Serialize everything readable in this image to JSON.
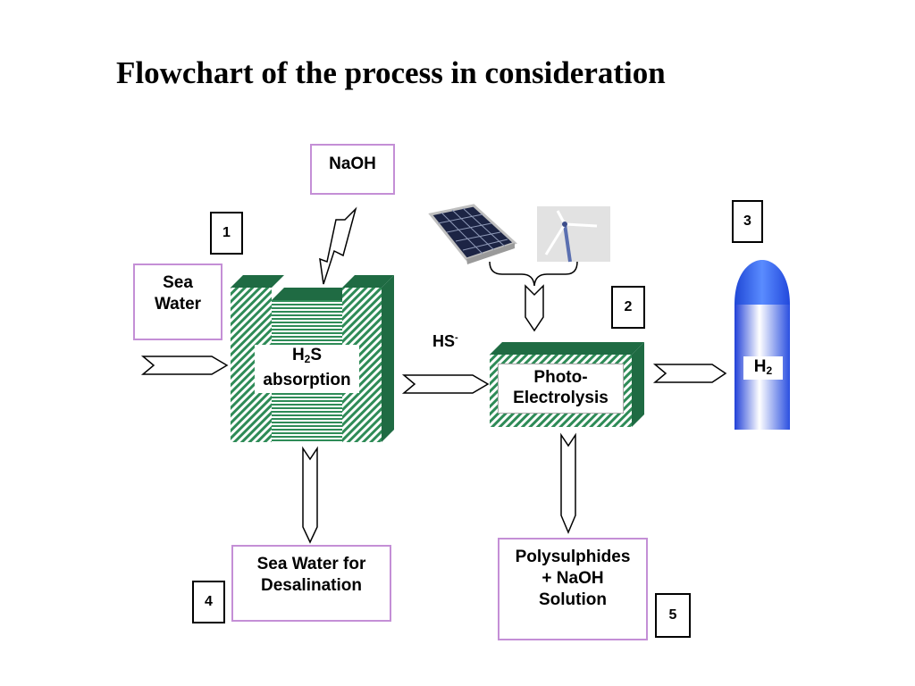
{
  "title": "Flowchart of the process in consideration",
  "inputs": {
    "naoh": "NaOH",
    "sea_water": "Sea\nWater"
  },
  "units": {
    "absorption_part1": "H",
    "absorption_sub": "2",
    "absorption_part2": "S",
    "absorption_line2": "absorption",
    "photo_line1": "Photo-",
    "photo_line2": "Electrolysis"
  },
  "streams": {
    "hs_main": "HS",
    "hs_sup": "-",
    "h2_main": "H",
    "h2_sub": "2"
  },
  "outputs": {
    "sea_water_desal": "Sea Water for\nDesalination",
    "polysulphides": "Polysulphides\n+ NaOH\nSolution"
  },
  "step_numbers": [
    "1",
    "2",
    "3",
    "4",
    "5"
  ],
  "colors": {
    "box_border": "#c48fd6",
    "unit_green": "#2e8b57",
    "cylinder_blue": "#3a63e0"
  },
  "icons": {
    "solar": "solar-panel-icon",
    "wind": "wind-turbine-icon",
    "cylinder": "hydrogen-cylinder-icon"
  }
}
